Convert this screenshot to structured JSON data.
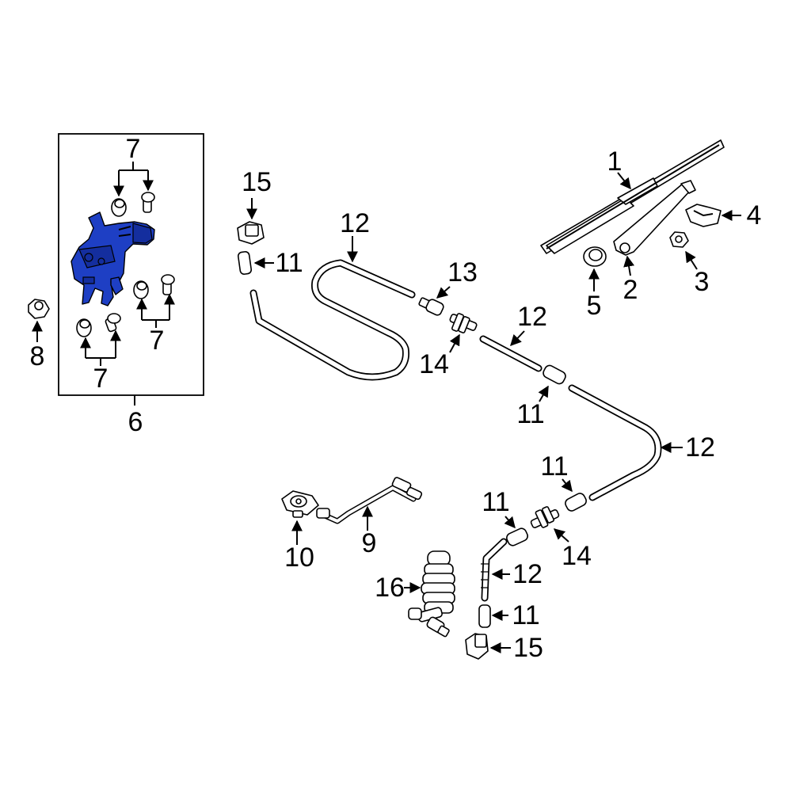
{
  "colors": {
    "highlight": "#1e3fc4",
    "line": "#000000",
    "background": "#ffffff"
  },
  "callouts": {
    "c1": "1",
    "c2": "2",
    "c3": "3",
    "c4": "4",
    "c5": "5",
    "c6": "6",
    "c7a": "7",
    "c7b": "7",
    "c7c": "7",
    "c8": "8",
    "c9": "9",
    "c10": "10",
    "c11a": "11",
    "c11b": "11",
    "c11c": "11",
    "c11d": "11",
    "c11e": "11",
    "c12a": "12",
    "c12b": "12",
    "c12c": "12",
    "c12d": "12",
    "c13": "13",
    "c14a": "14",
    "c14b": "14",
    "c15a": "15",
    "c15b": "15",
    "c16": "16"
  }
}
